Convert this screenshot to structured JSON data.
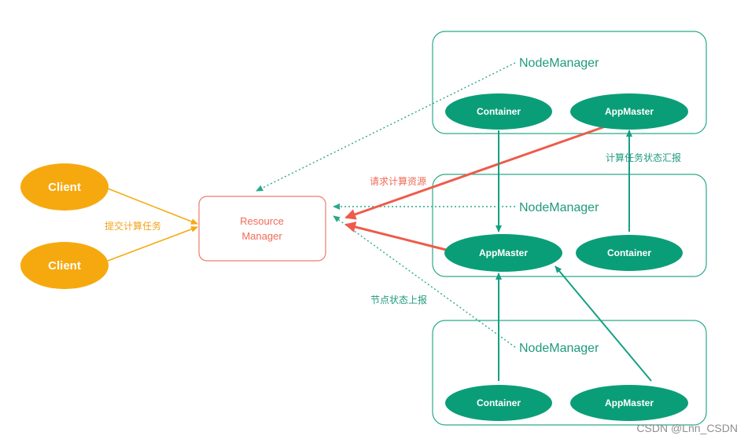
{
  "client_1": "Client",
  "client_2": "Client",
  "submit_label": "提交计算任务",
  "resource_manager": {
    "line1": "Resource",
    "line2": "Manager"
  },
  "request_label": "请求计算资源",
  "node_status_label": "节点状态上报",
  "task_status_label": "计算任务状态汇报",
  "nodes": [
    {
      "title": "NodeManager",
      "left": "Container",
      "right": "AppMaster"
    },
    {
      "title": "NodeManager",
      "left": "AppMaster",
      "right": "Container"
    },
    {
      "title": "NodeManager",
      "left": "Container",
      "right": "AppMaster"
    }
  ],
  "watermark": "CSDN @Lnn_CSDN",
  "colors": {
    "teal": "#0a9e78",
    "orange": "#f6a90f",
    "red": "#ee5b4a"
  }
}
